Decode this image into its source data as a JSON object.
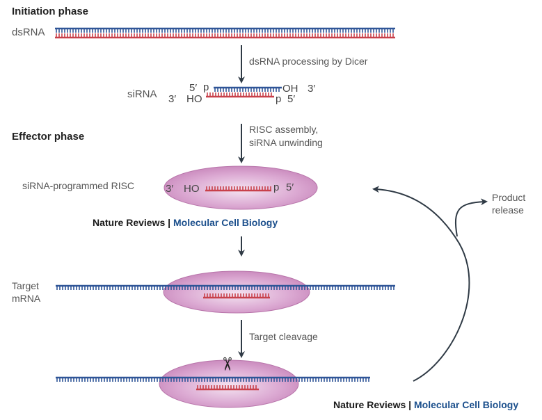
{
  "colors": {
    "sense_strand": "#2f5597",
    "antisense_strand": "#c8404a",
    "risc_fill": "#d9a0cf",
    "arrow": "#2f3a45",
    "credit_blue": "#1b4f8c"
  },
  "phases": {
    "initiation": "Initiation phase",
    "effector": "Effector phase"
  },
  "labels": {
    "dsrna": "dsRNA",
    "sirna": "siRNA",
    "risc": "siRNA-programmed RISC",
    "target_mrna_line1": "Target",
    "target_mrna_line2": "mRNA",
    "product_line1": "Product",
    "product_line2": "release"
  },
  "steps": {
    "dicer": "dsRNA processing by Dicer",
    "risc_line1": "RISC assembly,",
    "risc_line2": "siRNA unwinding",
    "cleavage": "Target cleavage"
  },
  "ends": {
    "sirna_top_5": "5′",
    "sirna_top_p": "p",
    "sirna_top_oh": "OH",
    "sirna_top_3": "3′",
    "sirna_bot_3": "3′",
    "sirna_bot_ho": "HO",
    "sirna_bot_p": "p",
    "sirna_bot_5": "5′",
    "risc_3": "3′",
    "risc_ho": "HO",
    "risc_p": "p",
    "risc_5": "5′"
  },
  "credit": {
    "publisher": "Nature Reviews",
    "separator": " | ",
    "journal": "Molecular Cell Biology"
  },
  "icons": {
    "scissors": "✂"
  }
}
